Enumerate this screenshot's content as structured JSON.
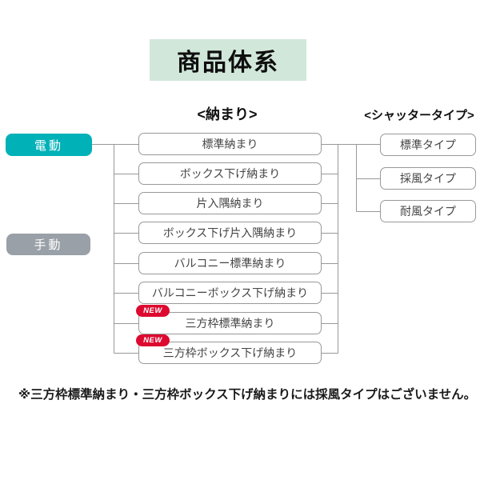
{
  "title": "商品体系",
  "headers": {
    "middle": "<納まり>",
    "right": "<シャッタータイプ>"
  },
  "left_nodes": [
    {
      "label": "電動",
      "color": "#00b1b7"
    },
    {
      "label": "手動",
      "color": "#99a0a7"
    }
  ],
  "middle_nodes": [
    {
      "label": "標準納まり"
    },
    {
      "label": "ボックス下げ納まり"
    },
    {
      "label": "片入隅納まり"
    },
    {
      "label": "ボックス下げ片入隅納まり"
    },
    {
      "label": "バルコニー標準納まり"
    },
    {
      "label": "バルコニーボックス下げ納まり"
    },
    {
      "label": "三方枠標準納まり",
      "badge": "NEW"
    },
    {
      "label": "三方枠ボックス下げ納まり",
      "badge": "NEW"
    }
  ],
  "right_nodes": [
    {
      "label": "標準タイプ"
    },
    {
      "label": "採風タイプ"
    },
    {
      "label": "耐風タイプ"
    }
  ],
  "note": "※三方枠標準納まり・三方枠ボックス下げ納まりには採風タイプはございません。",
  "colors": {
    "title_bg": "#d1e7da",
    "electric_node": "#00b1b7",
    "manual_node": "#99a0a7",
    "new_badge": "#dd092f",
    "box_border": "#999999",
    "connector_line": "#999999"
  }
}
